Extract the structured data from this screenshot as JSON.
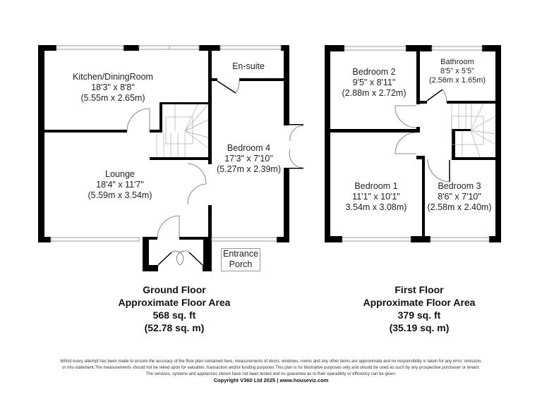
{
  "ground_floor": {
    "rooms": {
      "kitchen": {
        "name": "Kitchen/DiningRoom",
        "imperial": "18'3\" x 8'8\"",
        "metric": "(5.55m x 2.65m)"
      },
      "ensuite": {
        "name": "En-suite"
      },
      "bedroom4": {
        "name": "Bedroom 4",
        "imperial": "17'3\" x 7'10\"",
        "metric": "(5.27m x 2.39m)"
      },
      "lounge": {
        "name": "Lounge",
        "imperial": "18'4\" x 11'7\"",
        "metric": "(5.59m x 3.54m)"
      },
      "porch": {
        "line1": "Entrance",
        "line2": "Porch"
      }
    },
    "summary": {
      "title": "Ground Floor",
      "subtitle": "Approximate Floor Area",
      "sqft": "568 sq. ft",
      "sqm": "(52.78 sq. m)"
    }
  },
  "first_floor": {
    "rooms": {
      "bedroom2": {
        "name": "Bedroom 2",
        "imperial": "9'5\" x 8'11\"",
        "metric": "(2.88m x 2.72m)"
      },
      "bathroom": {
        "name": "Bathroom",
        "imperial": "8'5\" x 5'5\"",
        "metric": "(2.56m x 1.65m)"
      },
      "bedroom1": {
        "name": "Bedroom 1",
        "imperial": "11'1\" x 10'1\"",
        "metric": "3.54m x 3.08m)"
      },
      "bedroom3": {
        "name": "Bedroom 3",
        "imperial": "8'6\" x 7'10\"",
        "metric": "(2.58m x 2.40m)"
      }
    },
    "summary": {
      "title": "First Floor",
      "subtitle": "Approximate Floor Area",
      "sqft": "379 sq. ft",
      "sqm": "(35.19 sq. m)"
    }
  },
  "disclaimer": {
    "line1": "Whilst every attempt has been made to ensure the accuracy of the floor plan contained here, measurements of doors, windows, rooms and any other items are approximate and no responsibility is taken for any error, omission,",
    "line2": "or mis-statement.The measurements should not be relied upon for valuation, transaction and/or funding purposes This plan is for illustrative purposes only and should be used as such by any prospective purchaser or tenant.",
    "line3": "The services, systems and appliances shown have not been tested and no guarantee as to their operability or efficiency can be given.",
    "copyright": "Copyright V360 Ltd 2025 | www.houseviz.com"
  }
}
